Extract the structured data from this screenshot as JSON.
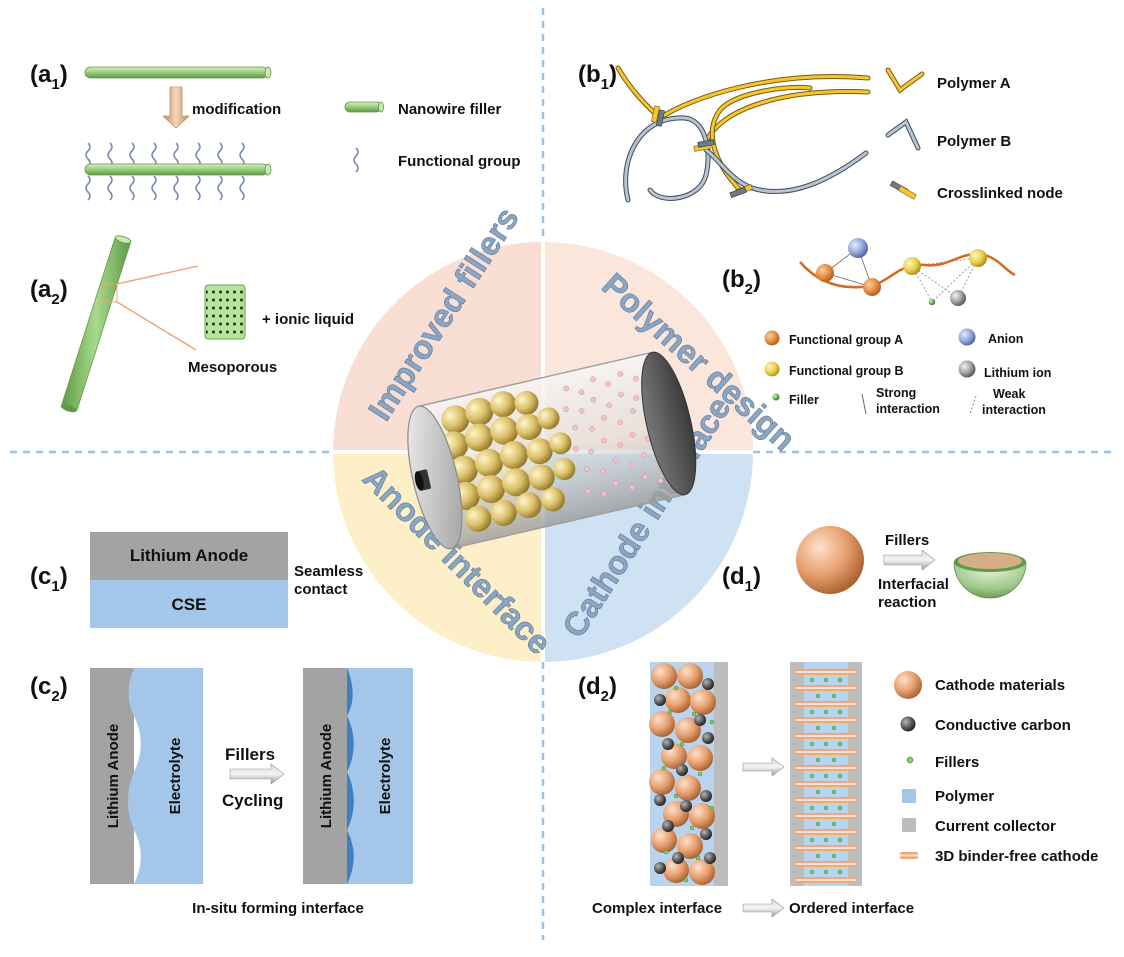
{
  "quadrants": {
    "fillers": "Improved fillers",
    "polymer": "Polymer design",
    "anode": "Anode interface",
    "cathode": "Cathode interface"
  },
  "panels": {
    "a1": {
      "label": "(a",
      "sub": "1",
      "close": ")",
      "modification": "modification",
      "legend_nanowire": "Nanowire filler",
      "legend_functional": "Functional group"
    },
    "a2": {
      "label": "(a",
      "sub": "2",
      "close": ")",
      "ionic_liquid": "+ ionic liquid",
      "mesoporous": "Mesoporous"
    },
    "b1": {
      "label": "(b",
      "sub": "1",
      "close": ")",
      "polymer_a": "Polymer A",
      "polymer_b": "Polymer B",
      "crosslinked": "Crosslinked node"
    },
    "b2": {
      "label": "(b",
      "sub": "2",
      "close": ")",
      "functional_a": "Functional group A",
      "functional_b": "Functional group B",
      "anion": "Anion",
      "lithium_ion": "Lithium ion",
      "filler": "Filler",
      "strong_1": "Strong",
      "strong_2": "interaction",
      "weak_1": "Weak",
      "weak_2": "interaction"
    },
    "c1": {
      "label": "(c",
      "sub": "1",
      "close": ")",
      "anode": "Lithium Anode",
      "cse": "CSE",
      "seamless_1": "Seamless",
      "seamless_2": "contact"
    },
    "c2": {
      "label": "(c",
      "sub": "2",
      "close": ")",
      "anode": "Lithium Anode",
      "electrolyte": "Electrolyte",
      "fillers": "Fillers",
      "cycling": "Cycling",
      "caption": "In-situ forming interface"
    },
    "d1": {
      "label": "(d",
      "sub": "1",
      "close": ")",
      "fillers": "Fillers",
      "interfacial_1": "Interfacial",
      "interfacial_2": "reaction"
    },
    "d2": {
      "label": "(d",
      "sub": "2",
      "close": ")",
      "cathode_materials": "Cathode materials",
      "conductive_carbon": "Conductive carbon",
      "fillers": "Fillers",
      "polymer": "Polymer",
      "current_collector": "Current collector",
      "binder_free": "3D binder-free cathode",
      "complex": "Complex interface",
      "ordered": "Ordered interface"
    }
  },
  "colors": {
    "fillers_quadrant": "#f9ded3",
    "polymer_quadrant": "#fbe6dc",
    "anode_quadrant": "#fdf0c8",
    "cathode_quadrant": "#cfe2f3",
    "nanowire": "#a6d38b",
    "polymer_a": "#e6b41e",
    "polymer_b": "#6b7a8c",
    "electrolyte": "#a4c6e9",
    "anode": "#a3a3a3",
    "cathode_particle": "#e9a77c",
    "divider": "#9cc3e6"
  }
}
